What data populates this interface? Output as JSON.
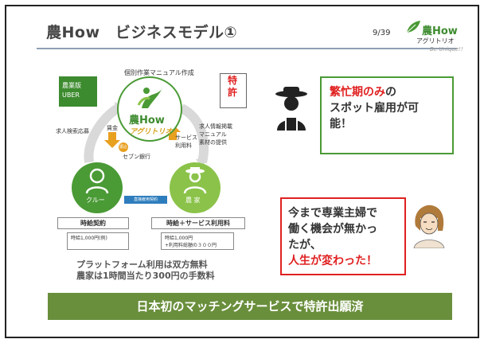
{
  "header": {
    "title": "農How　ビジネスモデル①",
    "page_number": "9/39",
    "logo_text": "農How",
    "logo_sub": "アグリトリオ",
    "logo_tagline": "Be Unique!!"
  },
  "diagram": {
    "uber_label": "農業版\nUBER",
    "top_label": "個別作業マニュアル作成",
    "center_brand": "農How",
    "center_sub": "アグリトリオ",
    "patent": "特許",
    "left_arrow_label": "求人検索応募",
    "left_pay_label": "賃金",
    "bank_coin": "振込",
    "bank_label": "セブン銀行",
    "right_fee_label": "サービス\n利用料",
    "right_arrow_label": "求人情報掲載\nマニュアル\n素材の提供",
    "contract_label": "直接雇用契約",
    "crew_label": "クルー",
    "farmer_label": "農 家",
    "crew_box_head": "時給契約",
    "crew_box_body": "時給1,000円(例)",
    "farmer_box_head": "時給＋サービス利用料",
    "farmer_box_body": "時給1,000円\n+利用料総額の３００円",
    "platform_line1": "プラットフォーム利用は双方無料",
    "platform_line2": "農家は1時間当たり300円の手数料"
  },
  "callout1": {
    "red_text": "繁忙期のみ",
    "line1_rest": "の",
    "line2": "スポット雇用が可",
    "line3": "能！"
  },
  "callout2": {
    "line1": "今まで専業主婦で",
    "line2": "働く機会が無かっ",
    "line3": "たが、",
    "red_text": "人生が変わった！"
  },
  "banner": "日本初のマッチングサービスで特許出願済",
  "colors": {
    "green": "#4a9a35",
    "light_green": "#8bc34a",
    "banner_green": "#6a8f3c",
    "red": "#e02020",
    "gold": "#d4a017"
  }
}
